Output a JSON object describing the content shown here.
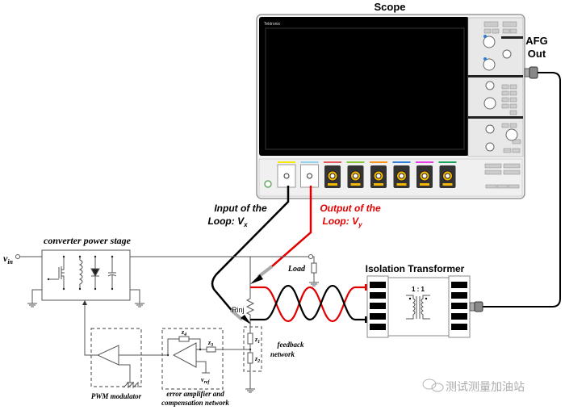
{
  "scope": {
    "title": "Scope",
    "brand": "Tektronix",
    "channel_colors": [
      "#f5e900",
      "#8fd3f0",
      "#e8565a",
      "#8cc63f",
      "#f7941d",
      "#2b7fd6",
      "#e83ee8",
      "#1aa55b"
    ]
  },
  "afg": {
    "line1": "AFG",
    "line2": "Out"
  },
  "labels": {
    "input_line1": "Input of the",
    "input_line2": "Loop: V",
    "input_sub": "x",
    "output_line1": "Output of the",
    "output_line2": "Loop: V",
    "output_sub": "y"
  },
  "circuit": {
    "converter": "converter power stage",
    "vin": "v",
    "vin_sub": "in",
    "load": "Load",
    "rinj": "Rinj",
    "z1": "z",
    "z1_sub": "1",
    "z2": "z",
    "z2_sub": "2",
    "z3": "z",
    "z3_sub": "3",
    "z4": "z",
    "z4_sub": "4",
    "vref": "v",
    "vref_sub": "ref",
    "feedback_line1": "feedback",
    "feedback_line2": "network",
    "pwm": "PWM modulator",
    "erramp_line1": "error amplifier and",
    "erramp_line2": "compensation network"
  },
  "transformer": {
    "title": "Isolation Transformer",
    "ratio": "1 : 1"
  },
  "watermark": "测试测量加油站",
  "colors": {
    "signal_red": "#e00000",
    "cable_black": "#000000"
  }
}
